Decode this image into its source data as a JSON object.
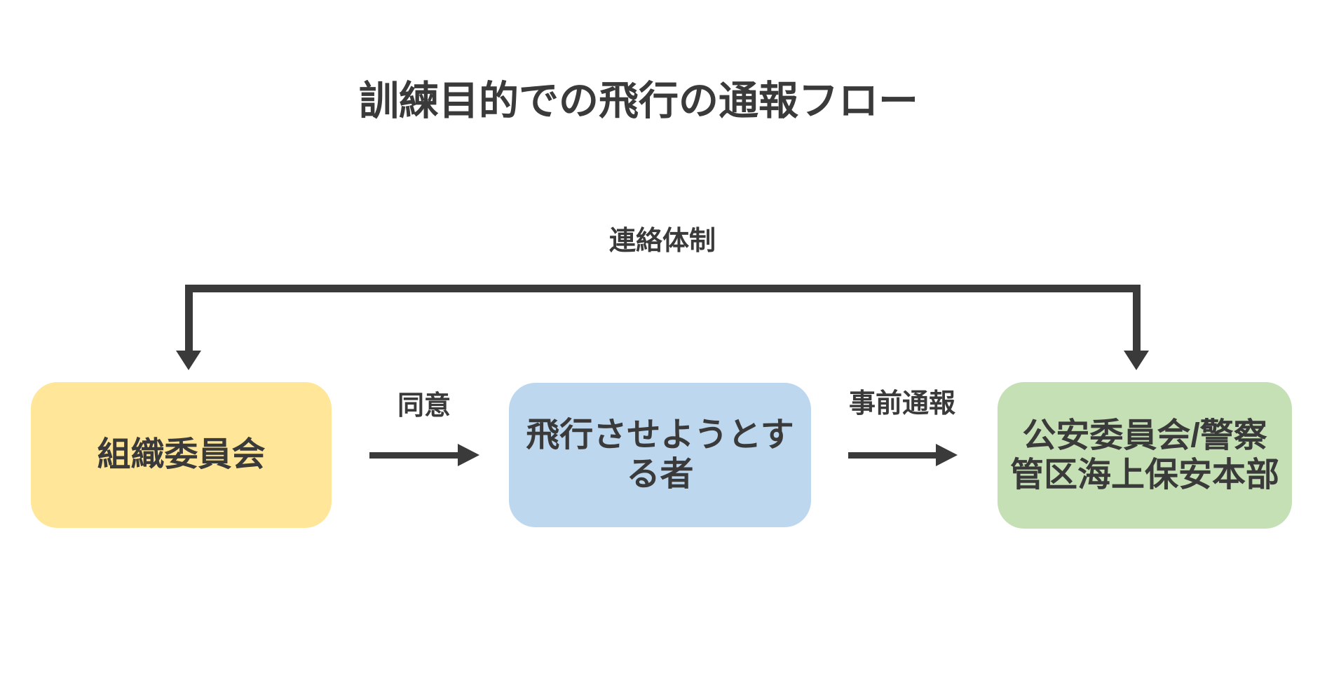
{
  "title": "訓練目的での飛行の通報フロー",
  "colors": {
    "background": "#ffffff",
    "text": "#3a3a3a",
    "line": "#3a3a3a",
    "node_yellow": "#ffe699",
    "node_blue": "#bdd7ee",
    "node_green": "#c5e0b4"
  },
  "nodes": [
    {
      "id": "organizing-committee",
      "label": "組織委員会",
      "lines": [
        "組織委員会",
        ""
      ],
      "color": "#ffe699"
    },
    {
      "id": "person-intending-flight",
      "label": "飛行させようとする者",
      "lines": [
        "飛行させようとす",
        "る者"
      ],
      "color": "#bdd7ee"
    },
    {
      "id": "public-safety-commission",
      "label": "公安委員会/警察管区海上保安本部",
      "lines": [
        "公安委員会/警察",
        "管区海上保安本部"
      ],
      "color": "#c5e0b4"
    }
  ],
  "edges": [
    {
      "from": "organizing-committee",
      "to": "person-intending-flight",
      "label": "同意",
      "style": "right-arrow"
    },
    {
      "from": "person-intending-flight",
      "to": "public-safety-commission",
      "label": "事前通報",
      "style": "right-arrow"
    },
    {
      "from": "organizing-committee",
      "to": "public-safety-commission",
      "label": "連絡体制",
      "style": "top-bracket-double-down-arrow"
    }
  ]
}
